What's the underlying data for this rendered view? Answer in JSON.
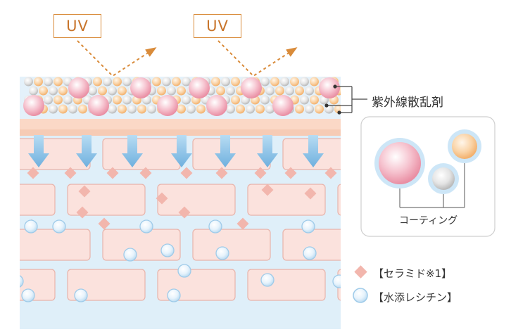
{
  "uv_labels": [
    "UV",
    "UV"
  ],
  "scattering_agent_label": "紫外線散乱剤",
  "coating_label": "コーティング",
  "legend": {
    "ceramide": "【セラミド※1】",
    "lecithin": "【水添レシチン】"
  },
  "colors": {
    "uv_accent": "#d98b3a",
    "skin_cell": "#fbe2dd",
    "skin_border": "#e8b3aa",
    "intercellular": "#dfeff9",
    "arrow_blue": "#8ec3e6",
    "ceramide_diamond": "#f2b6ad",
    "lecithin_circle": "#d8ecfa",
    "pink_particle": "#f3a9bb",
    "orange_particle": "#f9c68f",
    "gray_particle": "#d6d6d6"
  }
}
